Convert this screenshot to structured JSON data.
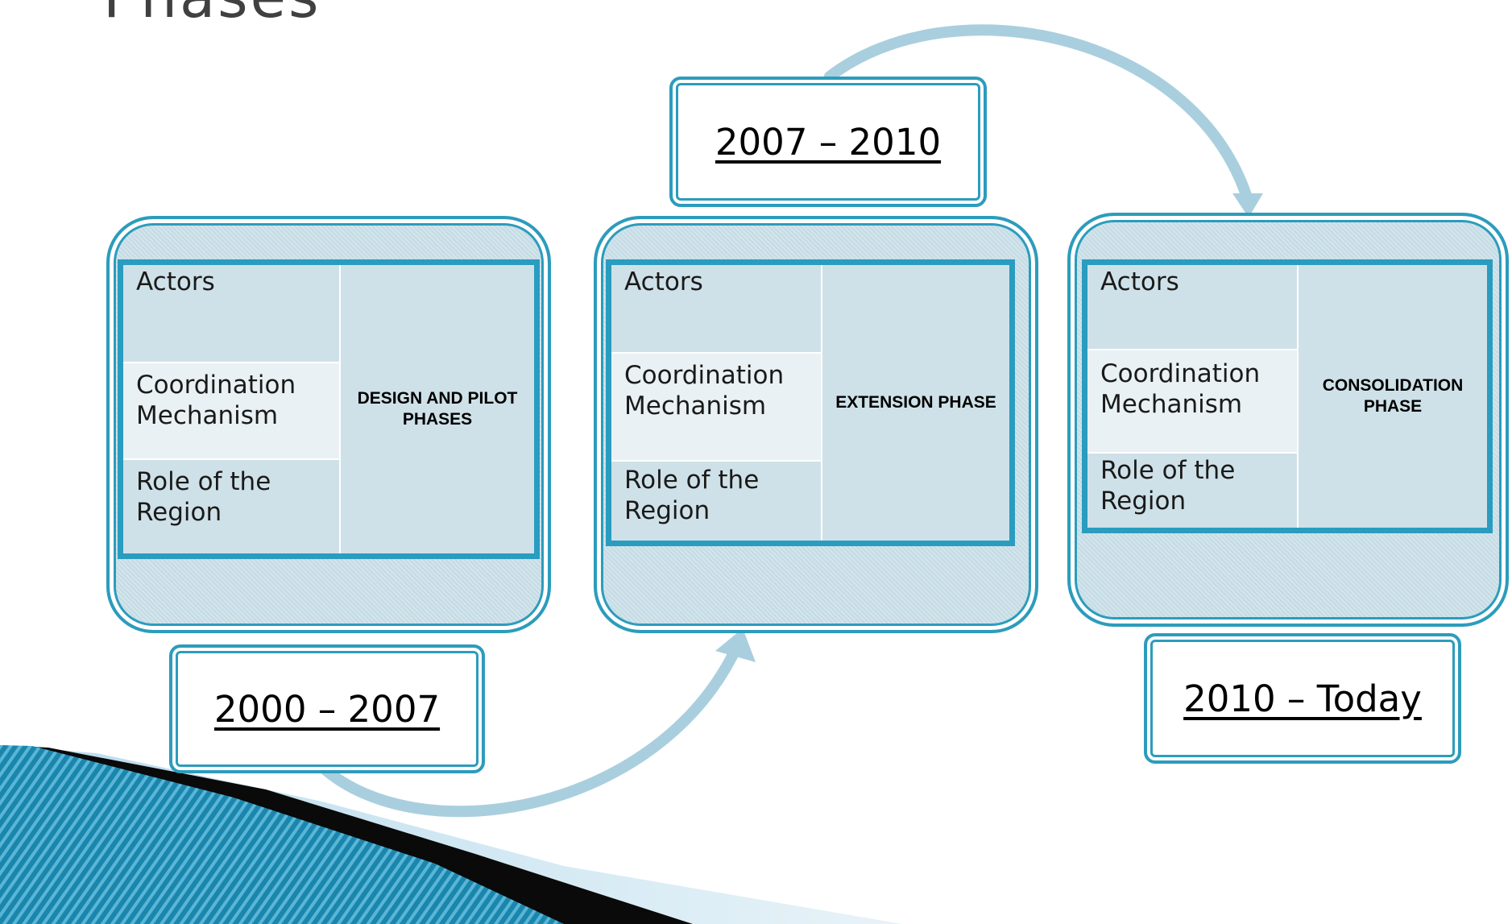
{
  "title": "Phases",
  "row_labels": [
    "Actors",
    "Coordination Mechanism",
    "Role of the Region"
  ],
  "phases": [
    {
      "period": "2000 – 2007",
      "name": "DESIGN AND PILOT PHASES"
    },
    {
      "period": "2007 – 2010",
      "name": "EXTENSION PHASE"
    },
    {
      "period": "2010 – Today",
      "name": "CONSOLIDATION PHASE"
    }
  ],
  "colors": {
    "border": "#2c9cbc",
    "panel": "#cfe1e8",
    "arrow": "#a9cfdf",
    "decoration_dark": "#0a6a8f"
  }
}
